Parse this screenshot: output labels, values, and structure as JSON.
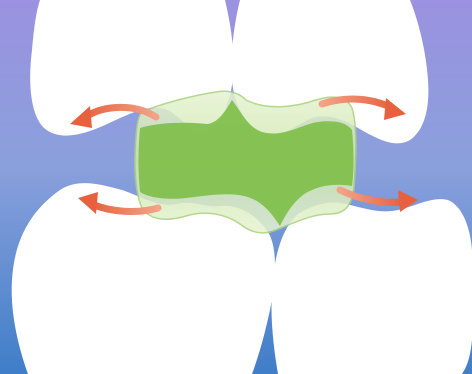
{
  "figure": {
    "description_visible_text": "",
    "colors": {
      "background_top": "#9b92e0",
      "background_mid": "#8aa0dc",
      "background_bottom": "#3f7ec8",
      "tooth": "#ffffff",
      "filler_light": "#d6ecb6",
      "filler_dark": "#7fbf4a",
      "arrow": "#e8613f",
      "arrow_tail": "#f2a488"
    },
    "elements": {
      "teeth": [
        "upper-left-tooth",
        "upper-right-tooth",
        "lower-left-tooth",
        "lower-right-tooth"
      ],
      "filler": "interdental-filler",
      "arrows": [
        "arrow-upper-left",
        "arrow-upper-right",
        "arrow-lower-left",
        "arrow-lower-right"
      ]
    }
  }
}
